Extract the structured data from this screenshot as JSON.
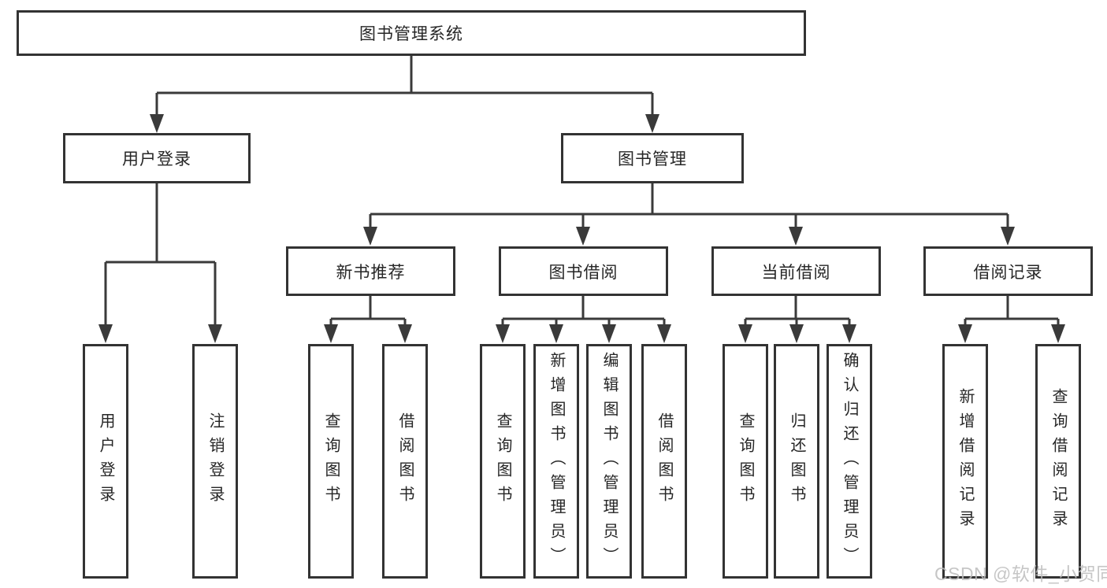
{
  "diagram": {
    "root": {
      "label": "图书管理系统"
    },
    "level2": [
      {
        "label": "用户登录"
      },
      {
        "label": "图书管理"
      }
    ],
    "level3": [
      {
        "label": "新书推荐"
      },
      {
        "label": "图书借阅"
      },
      {
        "label": "当前借阅"
      },
      {
        "label": "借阅记录"
      }
    ],
    "leaves": {
      "user_login": [
        "用户登录",
        "注销登录"
      ],
      "new_book_recommend": [
        "查询图书",
        "借阅图书"
      ],
      "book_borrow": [
        "查询图书",
        "新增图书（管理员）",
        "编辑图书（管理员）",
        "借阅图书"
      ],
      "current_borrow": [
        "查询图书",
        "归还图书",
        "确认归还（管理员）"
      ],
      "borrow_records": [
        "新增借阅记录",
        "查询借阅记录"
      ]
    }
  },
  "watermark": {
    "text": "CSDN @软件_小贺同学"
  },
  "colors": {
    "line": "#3a3a3a",
    "border": "#333333",
    "text": "#262626",
    "background": "#ffffff",
    "watermark": "#bdbdbd"
  }
}
